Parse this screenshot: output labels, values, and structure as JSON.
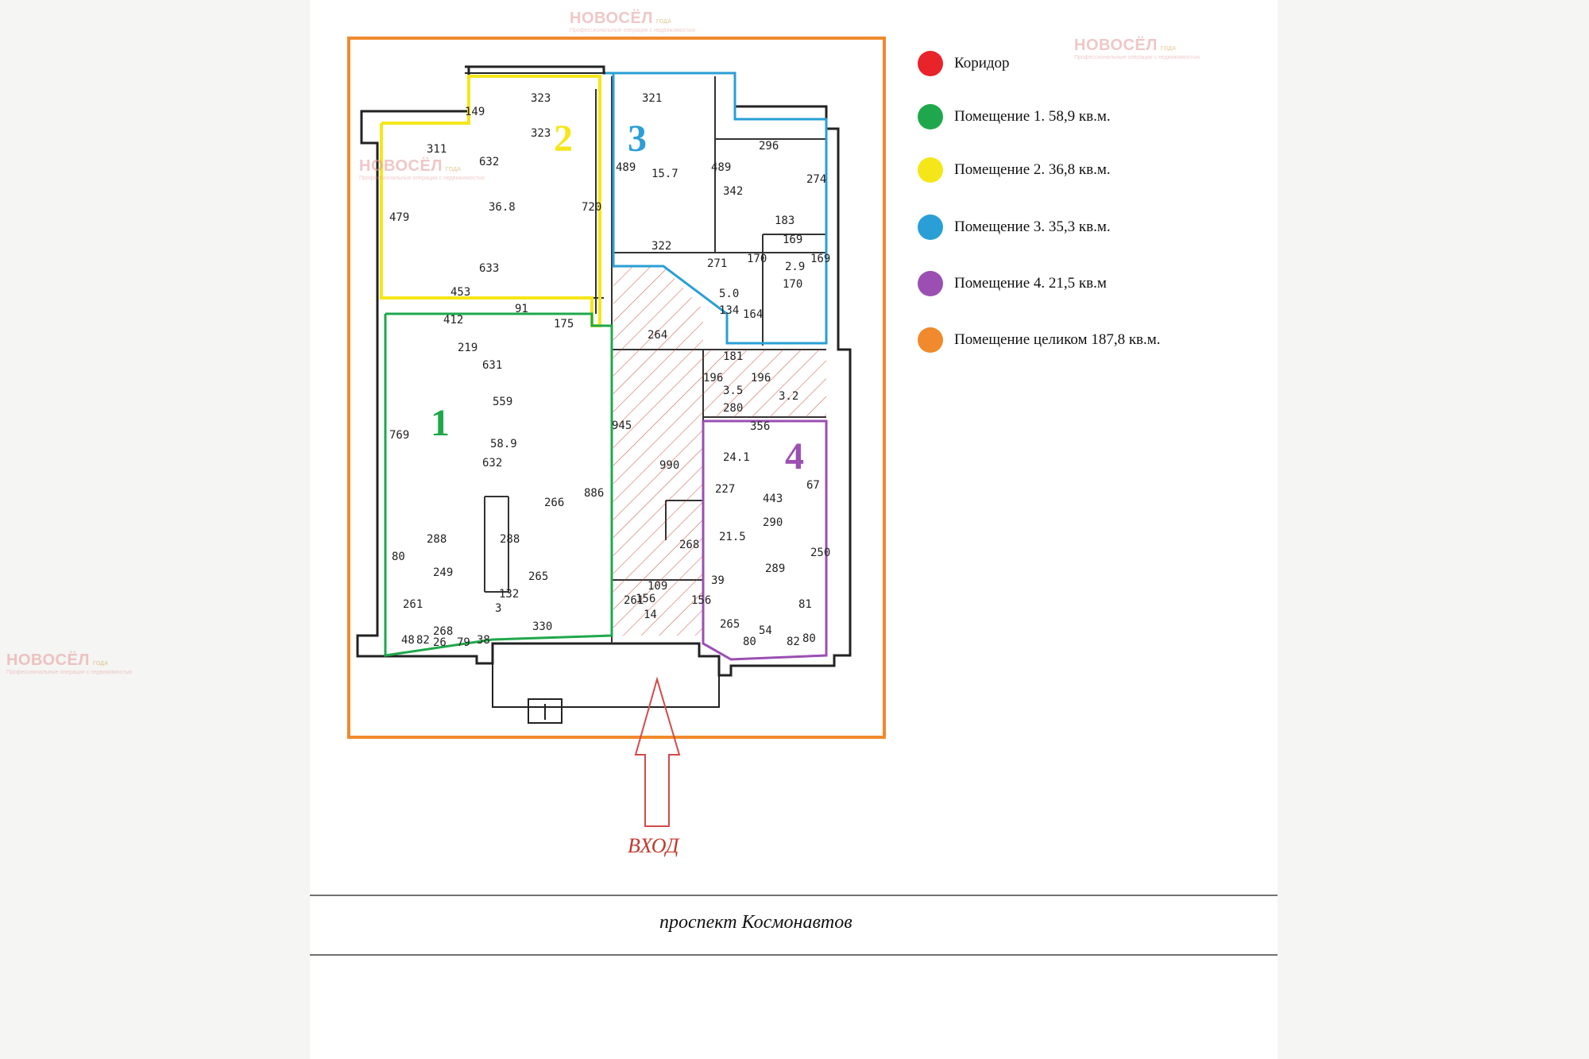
{
  "legend": [
    {
      "label": "Коридор",
      "color": "#e8232a"
    },
    {
      "label": "Помещение 1. 58,9 кв.м.",
      "color": "#1fa84b"
    },
    {
      "label": "Помещение 2. 36,8 кв.м.",
      "color": "#f5e61a"
    },
    {
      "label": "Помещение 3. 35,3 кв.м.",
      "color": "#2a9fd6"
    },
    {
      "label": "Помещение 4. 21,5 кв.м",
      "color": "#9b4fb3"
    },
    {
      "label": "Помещение целиком 187,8 кв.м.",
      "color": "#f08a2c"
    }
  ],
  "room_labels": [
    {
      "name": "1",
      "color": "#1fa84b"
    },
    {
      "name": "2",
      "color": "#f5e61a"
    },
    {
      "name": "3",
      "color": "#2a9fd6"
    },
    {
      "name": "4",
      "color": "#9b4fb3"
    }
  ],
  "dimensions": [
    "323",
    "323",
    "149",
    "311",
    "632",
    "479",
    "720",
    "633",
    "453",
    "91",
    "175",
    "412",
    "219",
    "631",
    "559",
    "769",
    "632",
    "266",
    "886",
    "288",
    "288",
    "249",
    "265",
    "261",
    "268",
    "330",
    "321",
    "489",
    "489",
    "15.7",
    "322",
    "296",
    "342",
    "274",
    "183",
    "169",
    "2.9",
    "170",
    "170",
    "169",
    "271",
    "5.0",
    "134",
    "164",
    "264",
    "181",
    "196",
    "196",
    "280",
    "3.5",
    "3.2",
    "356",
    "945",
    "990",
    "24.1",
    "227",
    "67",
    "443",
    "290",
    "21.5",
    "289",
    "250",
    "39",
    "81",
    "265",
    "54",
    "268",
    "109",
    "261",
    "156",
    "156",
    "14",
    "80",
    "82",
    "80",
    "82",
    "26",
    "79",
    "48",
    "38",
    "80",
    "132",
    "3",
    "36.8",
    "58.9"
  ],
  "entrance_label": "ВХОД",
  "street_label": "проспект Космонавтов",
  "watermark": {
    "brand": "НОВОСЁЛ",
    "sub": "Профессиональные операции с недвижимостью",
    "badge": "ГОДА"
  }
}
